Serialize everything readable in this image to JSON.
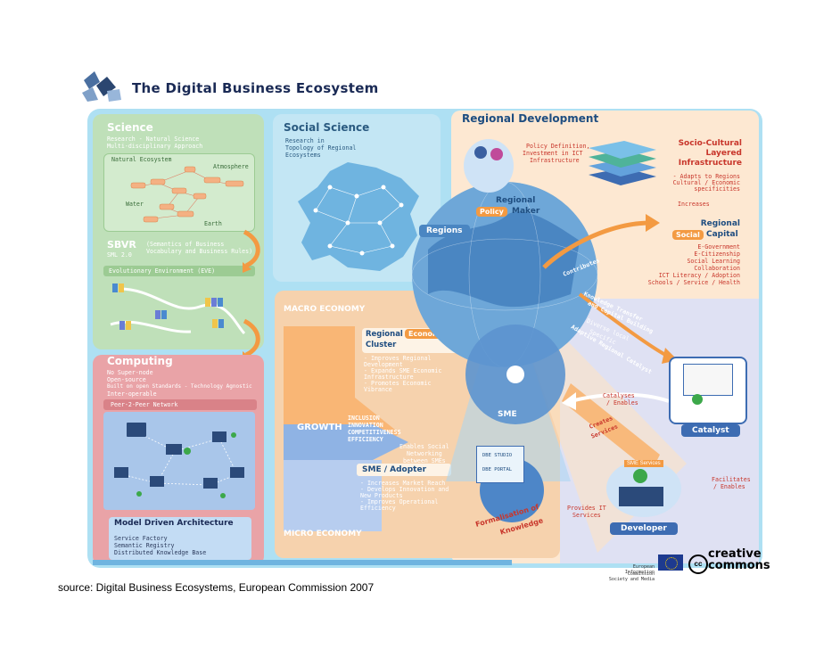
{
  "header": {
    "title": "The Digital Business Ecosystem"
  },
  "science": {
    "title": "Science",
    "line1": "Research - Natural Science",
    "line2": "Multi-disciplinary Approach",
    "natural_ecosystem": "Natural Ecosystem",
    "nodes": [
      "Atmosphere",
      "Water",
      "Earth"
    ],
    "sbvr_title": "SBVR",
    "sbvr_sub": "SML 2.0",
    "sbvr_desc1": "(Semantics of Business",
    "sbvr_desc2": "Vocabulary and Business Rules)",
    "eve": "Evolutionary Environment (EVE)"
  },
  "computing": {
    "title": "Computing",
    "line1": "No Super-node",
    "line2": "Open-source",
    "line3": "Built on open Standards - Technology Agnostic",
    "line4": "Inter-operable",
    "p2p": "Peer-2-Peer Network",
    "mda_title": "Model Driven Architecture",
    "mda_line1": "Service Factory",
    "mda_line2": "Semantic Registry",
    "mda_line3": "Distributed Knowledge Base"
  },
  "social_science": {
    "title": "Social Science",
    "line1": "Research in",
    "line2": "Topology of Regional",
    "line3": "Ecosystems"
  },
  "macro": {
    "title": "MACRO ECONOMY",
    "cluster_title1": "Regional ",
    "cluster_title_em": "Economic",
    "cluster_title2": "Cluster",
    "cluster_items": [
      "- Improves Regional",
      "  Development",
      "- Expands SME Economic",
      "  Infrastructure",
      "- Promotes Economic",
      "  Vibrance"
    ],
    "growth": "GROWTH",
    "growth_items": [
      "INCLUSION",
      "INNOVATION",
      "COMPETITIVENESS",
      "EFFICIENCY"
    ],
    "enables1": "Enables Social",
    "enables2": "Networking",
    "enables3": "between SMEs",
    "sme_adopter": "SME / Adopter",
    "sme_items": [
      "- Increases Market Reach",
      "- Develops Innovation and",
      "  New Products",
      "- Improves Operational",
      "  Efficiency"
    ],
    "micro": "MICRO ECONOMY",
    "formalisation1": "Formalisation of",
    "formalisation2": "Knowledge",
    "sme_hub": "SME"
  },
  "regional": {
    "title": "Regional Development",
    "policy1": "Policy Definition,",
    "policy2": "Investment in ICT",
    "policy3": "Infrastructure",
    "policy_maker1": "Regional",
    "policy_maker2": "Policy",
    "policy_maker3": "Maker",
    "regions": "Regions",
    "socio_title1": "Socio-Cultural",
    "socio_title2": "Layered",
    "socio_title3": "Infrastructure",
    "socio_desc1": "- Adapts to Regions",
    "socio_desc2": "Cultural / Economic",
    "socio_desc3": "specificities",
    "increases": "Increases",
    "social_capital1": "Regional",
    "social_capital2": "Social",
    "social_capital3": "Capital",
    "capital_items": [
      "E-Government",
      "E-Citizenship",
      "Social Learning",
      "Collaboration",
      "ICT Literacy / Adoption",
      "Schools / Service / Health"
    ],
    "contributes": "Contributes",
    "knowledge_transfer": "Knowledge Transfer",
    "capital_building": "and Capital Building",
    "diverse_local": "Diverse local",
    "specific": "Specific",
    "adaptive": "Adaptive Regional Catalyst",
    "catalyses1": "Catalyses",
    "catalyses2": "/ Enables",
    "catalyst": "Catalyst",
    "creates1": "Creates",
    "creates2": "Services",
    "facilitates1": "Facilitates",
    "facilitates2": "/ Enables",
    "provides1": "Provides IT",
    "provides2": "Services",
    "developer": "Developer",
    "sme_services": "SME Services",
    "dbe_studio": "DBE STUDIO",
    "dbe_portal": "DBE PORTAL"
  },
  "footer": {
    "ec1": "European Commission",
    "ec2": "Information Society and Media",
    "cc1": "creative",
    "cc2": "commons",
    "cc_badge": "cc",
    "source": "source: Digital Business Ecosystems, European Commission 2007"
  },
  "colors": {
    "frame": "#aee0f3",
    "science": "#bfe0b9",
    "computing": "#e9a3a7",
    "macro": "#f6d2ad",
    "regional": "#fde8d2",
    "accent_orange": "#f39a42",
    "accent_red": "#c8362b",
    "navy": "#1a2a55"
  }
}
